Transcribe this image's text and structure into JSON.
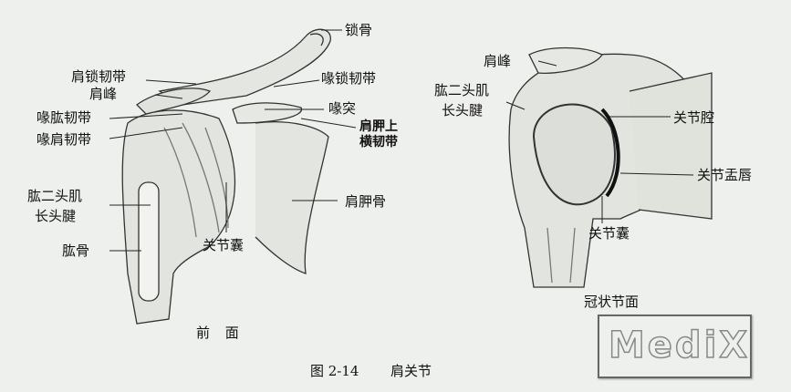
{
  "figure": {
    "caption_number": "图 2-14",
    "caption_title": "肩关节"
  },
  "anterior_view": {
    "title": "前 面",
    "labels": [
      "锁骨",
      "肩锁韧带",
      "肩峰",
      "喙肱韧带",
      "喙肩韧带",
      "喙锁韧带",
      "喙突",
      "肩胛上",
      "横韧带",
      "肱二头肌",
      "长头腱",
      "肱骨",
      "关节囊",
      "肩胛骨"
    ]
  },
  "coronal_view": {
    "title": "冠状节面",
    "labels": [
      "肩峰",
      "肱二头肌",
      "长头腱",
      "关节腔",
      "关节盂唇",
      "关节囊"
    ]
  },
  "watermark": "MediX"
}
